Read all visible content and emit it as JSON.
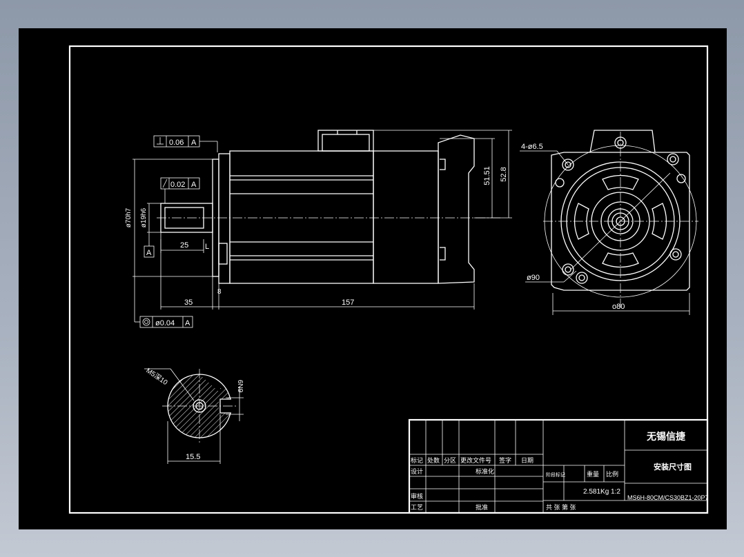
{
  "drawing": {
    "dimensions": {
      "d_flange": "ø70h7",
      "d_shaft": "ø19h6",
      "shaft_25": "25",
      "l_label": "L",
      "len_35": "35",
      "flange_8": "8",
      "len_157": "157",
      "h_5151": "51.51",
      "h_528": "52.8",
      "holes": "4-ø6.5",
      "d_90": "ø90",
      "sq_80": "o80",
      "thread": "M5深10",
      "key_6n9": "6N9",
      "sec_155": "15.5"
    },
    "tolerances": {
      "perp_value": "0.06",
      "perp_datum": "A",
      "runout_value": "0.02",
      "runout_datum": "A",
      "conc_value": "ø0.04",
      "conc_datum": "A",
      "datum_label": "A"
    },
    "title_block": {
      "company": "无锡信捷",
      "drawing_title": "安装尺寸图",
      "h_mark": "标记",
      "h_count": "处数",
      "h_zone": "分区",
      "h_docno": "更改文件号",
      "h_sign": "签字",
      "h_date": "日期",
      "design": "设计",
      "standardize": "标准化",
      "review": "审核",
      "process": "工艺",
      "approve": "批准",
      "stage_mark": "阶段标记",
      "weight_hdr": "重量",
      "scale_hdr": "比例",
      "weight_scale": "2.581Kg 1:2",
      "sheets": "共  张        第  张",
      "model": "MS6H-80CM/CS30BZ1-20P7"
    }
  }
}
